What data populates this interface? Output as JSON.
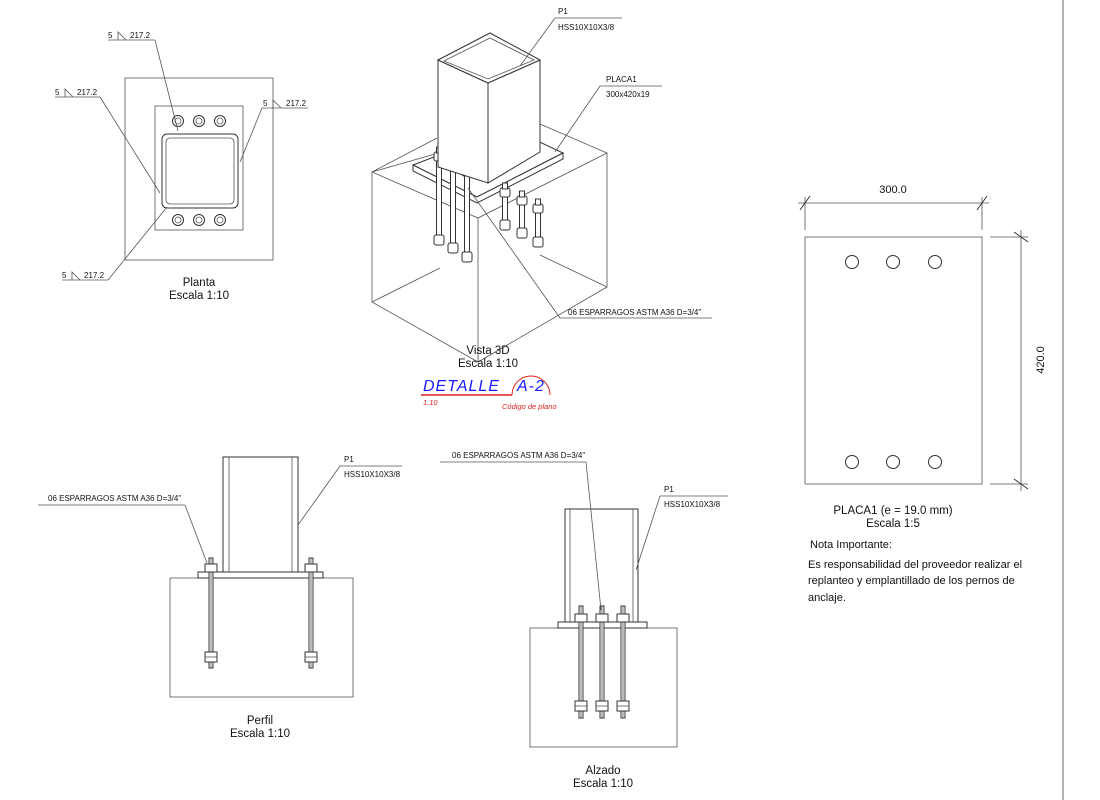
{
  "plan_view": {
    "weld_labels": [
      {
        "size": "5",
        "length": "217.2"
      },
      {
        "size": "5",
        "length": "217.2"
      },
      {
        "size": "5",
        "length": "217.2"
      },
      {
        "size": "5",
        "length": "217.2"
      }
    ],
    "title": "Planta",
    "scale": "Escala 1:10"
  },
  "view_3d": {
    "column_tag": "P1",
    "column_profile": "HSS10X10X3/8",
    "plate_tag": "PLACA1",
    "plate_size": "300x420x19",
    "bolts_label": "06 ESPARRAGOS ASTM A36 D=3/4\"",
    "title": "Vista 3D",
    "scale": "Escala 1:10"
  },
  "detail_tag": {
    "word": "DETALLE",
    "code": "A-2",
    "scale_small": "1.10",
    "code_caption": "Código de plano",
    "blue": "#1a1aff",
    "red": "#e02020"
  },
  "plate_view": {
    "width_dim": "300.0",
    "height_dim": "420.0",
    "title": "PLACA1 (e = 19.0 mm)",
    "scale": "Escala 1:5"
  },
  "note": {
    "heading": "Nota Importante:",
    "lines": [
      "Es responsabilidad del proveedor realizar el",
      "replanteo y emplantillado de los pernos de",
      "anclaje."
    ]
  },
  "profile_view": {
    "bolts_label": "06 ESPARRAGOS ASTM A36 D=3/4\"",
    "column_tag": "P1",
    "column_profile": "HSS10X10X3/8",
    "title": "Perfil",
    "scale": "Escala 1:10"
  },
  "elevation_view": {
    "bolts_label": "06 ESPARRAGOS ASTM A36 D=3/4\"",
    "column_tag": "P1",
    "column_profile": "HSS10X10X3/8",
    "title": "Alzado",
    "scale": "Escala 1:10"
  }
}
